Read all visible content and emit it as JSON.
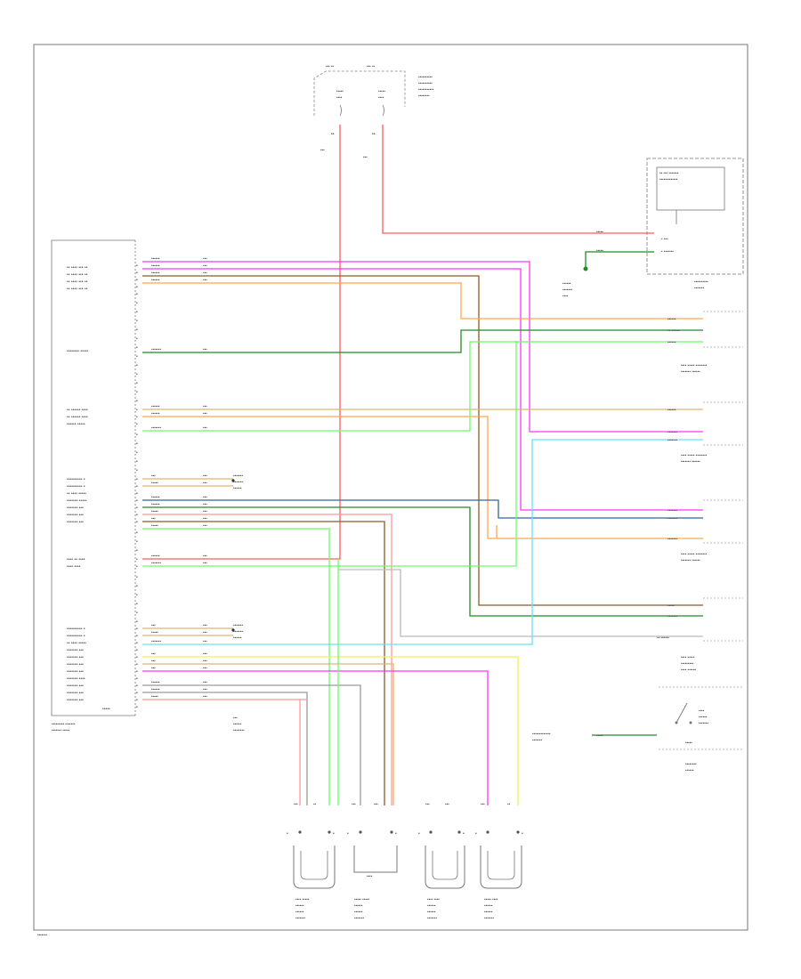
{
  "diagram": {
    "type": "wiring-schematic",
    "text_legible": false,
    "colors": {
      "red": "#ff5a5a",
      "magenta": "#ff33ff",
      "light_green": "#66ff66",
      "dark_green": "#228b22",
      "orange": "#ffa64d",
      "tan": "#e0b26a",
      "light_blue": "#66e0ff",
      "yellow": "#f2f24d",
      "brown": "#8b5a2b",
      "gray": "#9a9a9a",
      "dark_blue": "#336699",
      "pink": "#ff9999"
    },
    "wire_colors": [
      "red",
      "red",
      "magenta",
      "magenta",
      "brown",
      "orange",
      "dark_green",
      "tan",
      "orange",
      "light_green",
      "tan",
      "tan",
      "dark_blue",
      "dark_green",
      "pink",
      "brown",
      "light_green",
      "orange",
      "light_green",
      "tan",
      "light_blue",
      "yellow",
      "orange",
      "magenta",
      "gray",
      "pink"
    ]
  }
}
